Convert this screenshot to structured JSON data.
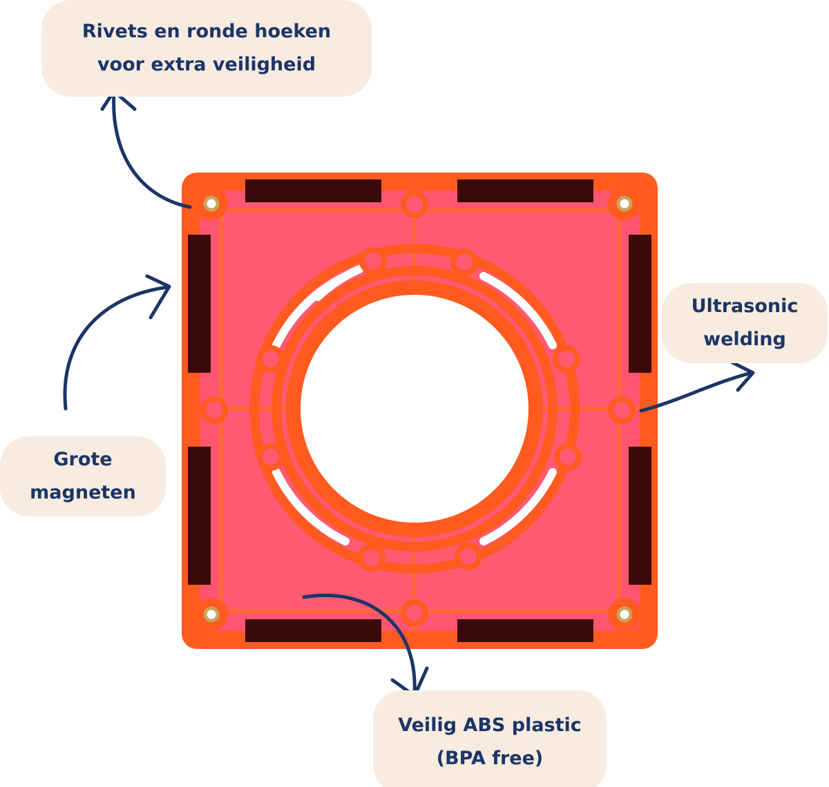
{
  "callouts": {
    "rivets": {
      "line1": "Rivets en ronde hoeken",
      "line2": "voor extra veiligheid"
    },
    "welding": {
      "line1": "Ultrasonic",
      "line2": "welding"
    },
    "magnets": {
      "line1": "Grote",
      "line2": "magneten"
    },
    "plastic": {
      "line1": "Veilig ABS plastic",
      "line2": "(BPA free)"
    }
  },
  "colors": {
    "bubble": "#f8ebe0",
    "text": "#1b3567",
    "tile_frame": "#ff5a1f",
    "tile_panel": "#ff5570",
    "magnet": "#3a0a0a"
  }
}
